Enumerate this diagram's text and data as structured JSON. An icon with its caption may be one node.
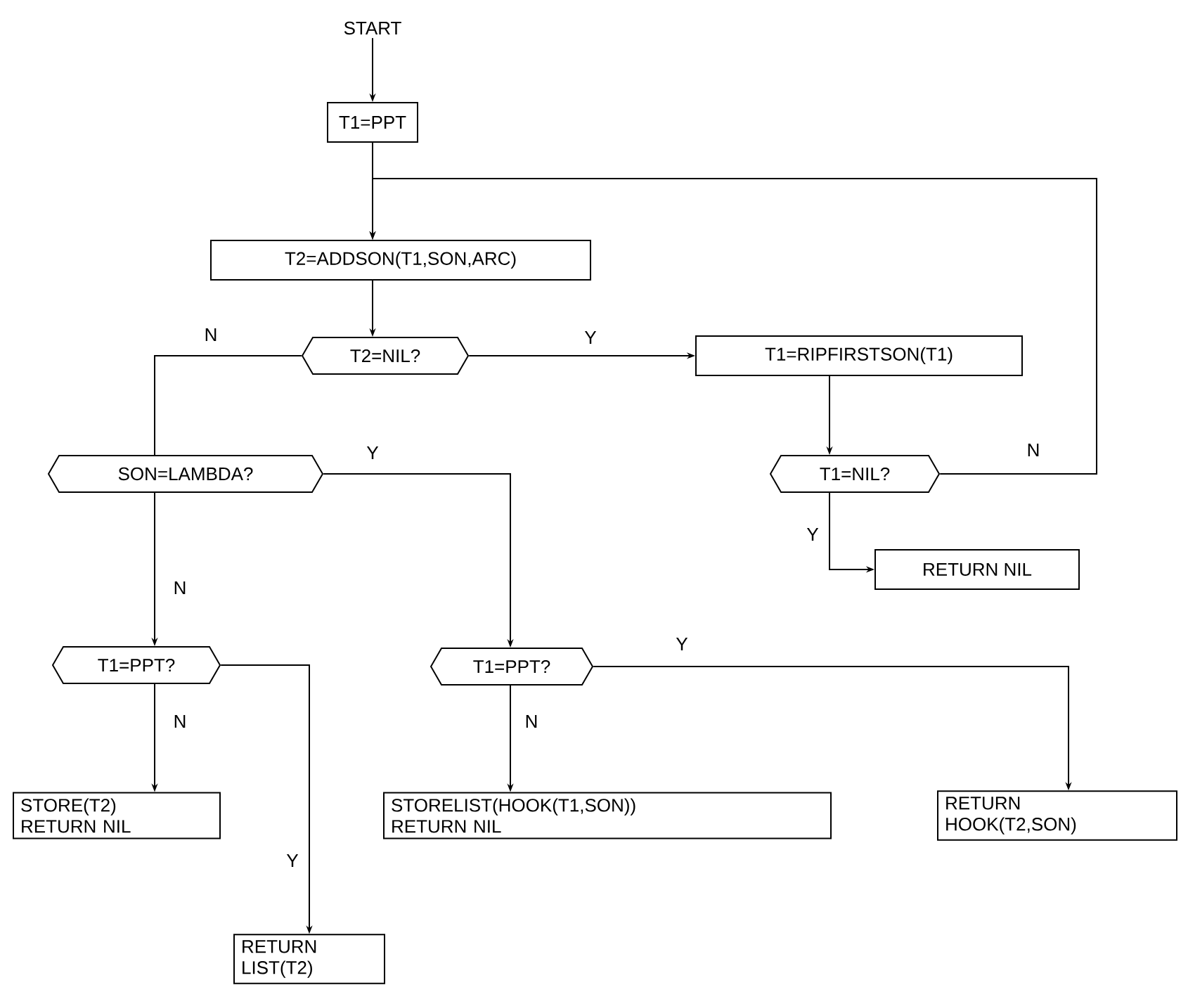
{
  "diagram": {
    "nodes": [
      {
        "text": [
          "START"
        ]
      },
      {
        "text": [
          "T1=PPT"
        ]
      },
      {
        "text": [
          "T2=ADDSON(T1,SON,ARC)"
        ]
      },
      {
        "text": [
          "T2=NIL?"
        ]
      },
      {
        "text": [
          "T1=RIPFIRSTSON(T1)"
        ]
      },
      {
        "text": [
          "SON=LAMBDA?"
        ]
      },
      {
        "text": [
          "T1=NIL?"
        ]
      },
      {
        "text": [
          "RETURN NIL"
        ]
      },
      {
        "text": [
          "T1=PPT?"
        ]
      },
      {
        "text": [
          "T1=PPT?"
        ]
      },
      {
        "text": [
          "STORE(T2) RETURN NIL"
        ]
      },
      {
        "text": [
          "STORELIST(HOOK(T1,SON)) RETURN NIL"
        ]
      },
      {
        "text": [
          "RETURN HOOK(T2,SON)"
        ]
      },
      {
        "text": [
          "RETURN LIST(T2)"
        ]
      }
    ],
    "edges": [
      {
        "from": 0,
        "to": 1,
        "arrow": "to"
      },
      {
        "from": 1,
        "to": 2,
        "arrow": "to"
      },
      {
        "from": 6,
        "to": 2,
        "arrow": "to",
        "label": "N"
      },
      {
        "from": 2,
        "to": 3,
        "arrow": "to"
      },
      {
        "from": 3,
        "to": 4,
        "arrow": "to",
        "label": "Y"
      },
      {
        "from": 3,
        "to": 5,
        "arrow": "none",
        "label": "N"
      },
      {
        "from": 5,
        "to": 8,
        "arrow": "to",
        "label": "N"
      },
      {
        "from": 5,
        "to": 9,
        "arrow": "to",
        "label": "Y"
      },
      {
        "from": 4,
        "to": 6,
        "arrow": "to"
      },
      {
        "from": 6,
        "to": 7,
        "arrow": "to",
        "label": "Y"
      },
      {
        "from": 8,
        "to": 10,
        "arrow": "to",
        "label": "N"
      },
      {
        "from": 8,
        "to": 13,
        "arrow": "to",
        "label": "Y"
      },
      {
        "from": 9,
        "to": 11,
        "arrow": "to",
        "label": "N"
      },
      {
        "from": 9,
        "to": 12,
        "arrow": "to",
        "label": "Y"
      }
    ]
  }
}
